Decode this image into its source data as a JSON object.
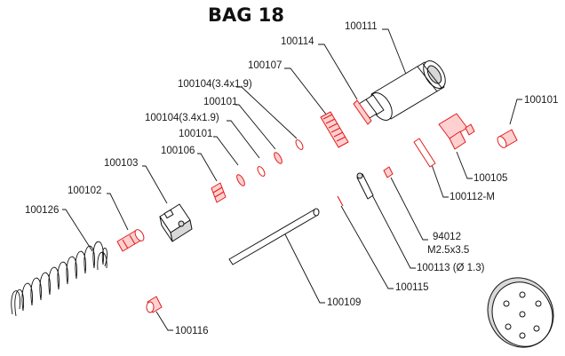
{
  "title": "BAG 18",
  "accent_color": "#e31b1b",
  "line_color": "#111111",
  "parts": {
    "p100111": "100111",
    "p100114": "100114",
    "p100107": "100107",
    "p100104a": "100104(3.4x1.9)",
    "p100101a": "100101",
    "p100104b": "100104(3.4x1.9)",
    "p100101b": "100101",
    "p100106": "100106",
    "p100103": "100103",
    "p100102": "100102",
    "p100126": "100126",
    "p100101c": "100101",
    "p100105": "100105",
    "p100112": "100112-M",
    "p94012": "94012",
    "p94012size": "M2.5x3.5",
    "p100113": "100113 (Ø 1.3)",
    "p100115": "100115",
    "p100109": "100109",
    "p100116": "100116"
  }
}
